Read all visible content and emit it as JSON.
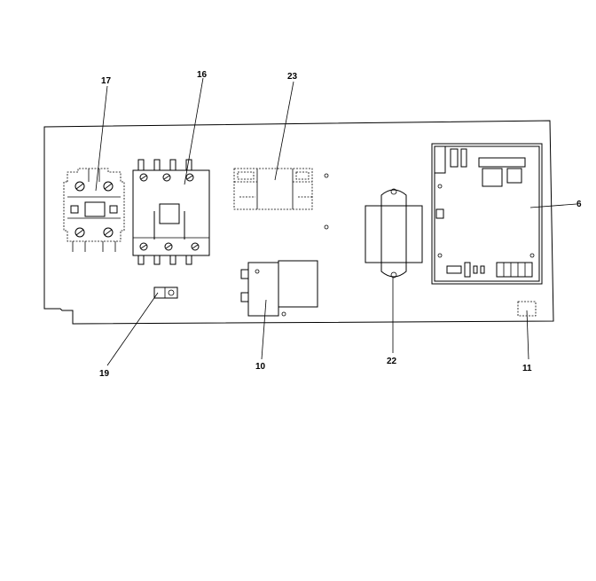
{
  "callouts": {
    "c17": "17",
    "c16": "16",
    "c23": "23",
    "c6": "6",
    "c19": "19",
    "c10": "10",
    "c22": "22",
    "c11": "11"
  }
}
